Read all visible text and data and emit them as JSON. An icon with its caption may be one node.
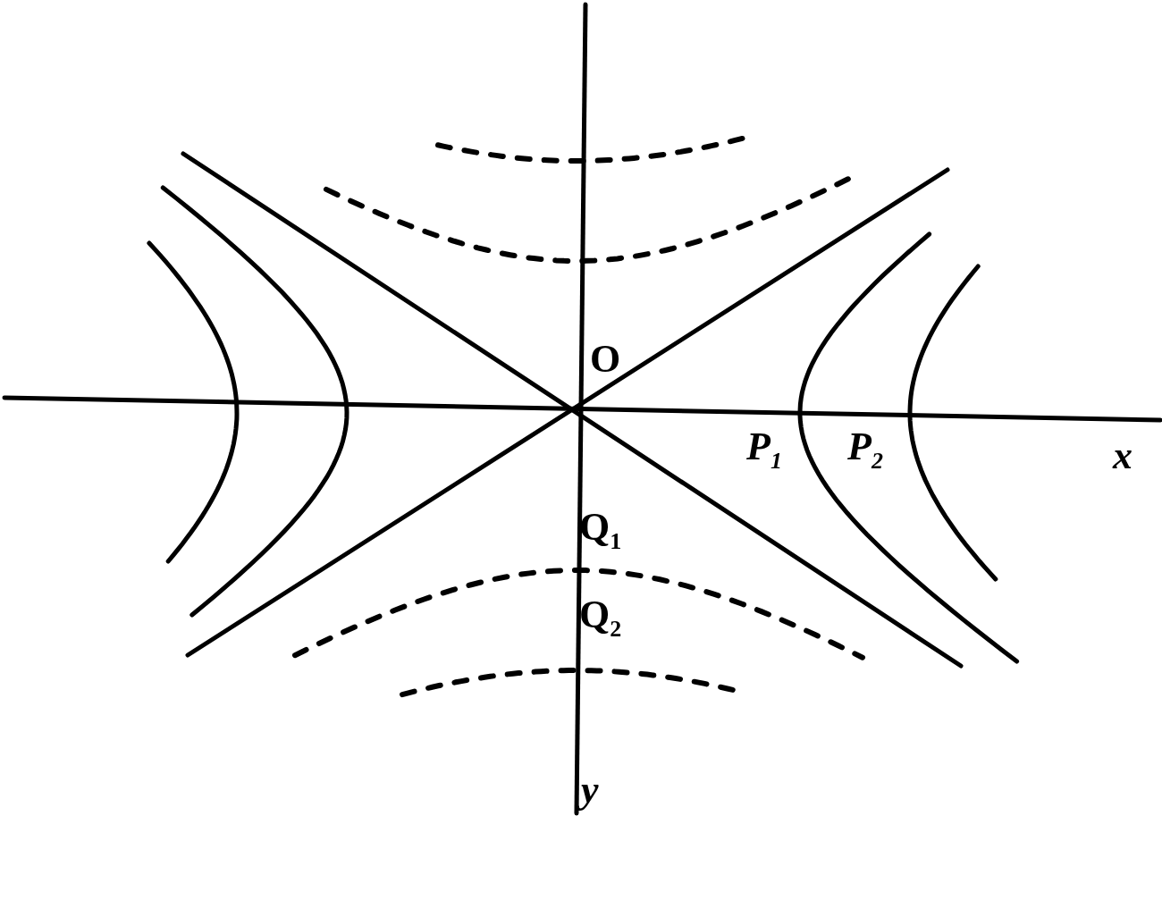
{
  "diagram": {
    "labels": [
      "O",
      "P$_{1}$",
      "P$_{2}$",
      "x",
      "Q$_{1}$",
      "Q$_{2}$",
      "y"
    ]
  }
}
